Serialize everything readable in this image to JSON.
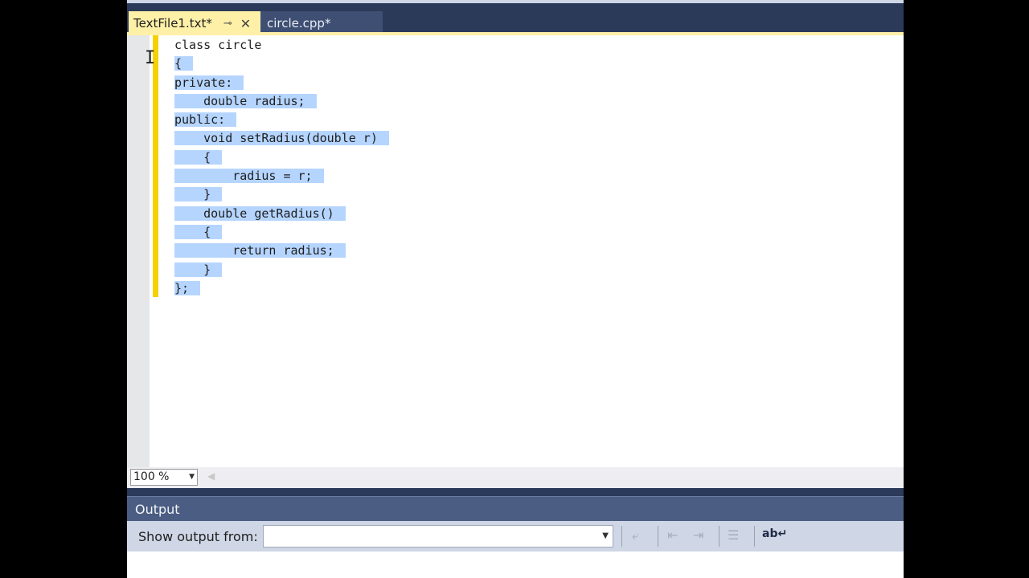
{
  "tabs": [
    {
      "label": "TextFile1.txt*",
      "active": true,
      "pin_icon": "⊸",
      "close_icon": "✕"
    },
    {
      "label": "circle.cpp*",
      "active": false
    }
  ],
  "editor": {
    "lines": [
      {
        "text": "class circle",
        "selected": false
      },
      {
        "text": "{",
        "selected": true
      },
      {
        "text": "private:",
        "selected": true
      },
      {
        "text": "    double radius;",
        "selected": true
      },
      {
        "text": "public:",
        "selected": true
      },
      {
        "text": "    void setRadius(double r)",
        "selected": true
      },
      {
        "text": "    {",
        "selected": true
      },
      {
        "text": "        radius = r;",
        "selected": true
      },
      {
        "text": "    }",
        "selected": true
      },
      {
        "text": "    double getRadius()",
        "selected": true
      },
      {
        "text": "    {",
        "selected": true
      },
      {
        "text": "        return radius;",
        "selected": true
      },
      {
        "text": "    }",
        "selected": true
      },
      {
        "text": "};",
        "selected": true
      }
    ],
    "zoom_level": "100 %",
    "selection_color": "#b5d5ff",
    "change_bar_color": "#f5d100"
  },
  "output": {
    "title": "Output",
    "show_output_from_label": "Show output from:",
    "show_output_from_value": "",
    "toolbar_icons": [
      "go-to-location-icon",
      "previous-message-icon",
      "next-message-icon",
      "clear-all-icon",
      "toggle-word-wrap-icon"
    ]
  }
}
